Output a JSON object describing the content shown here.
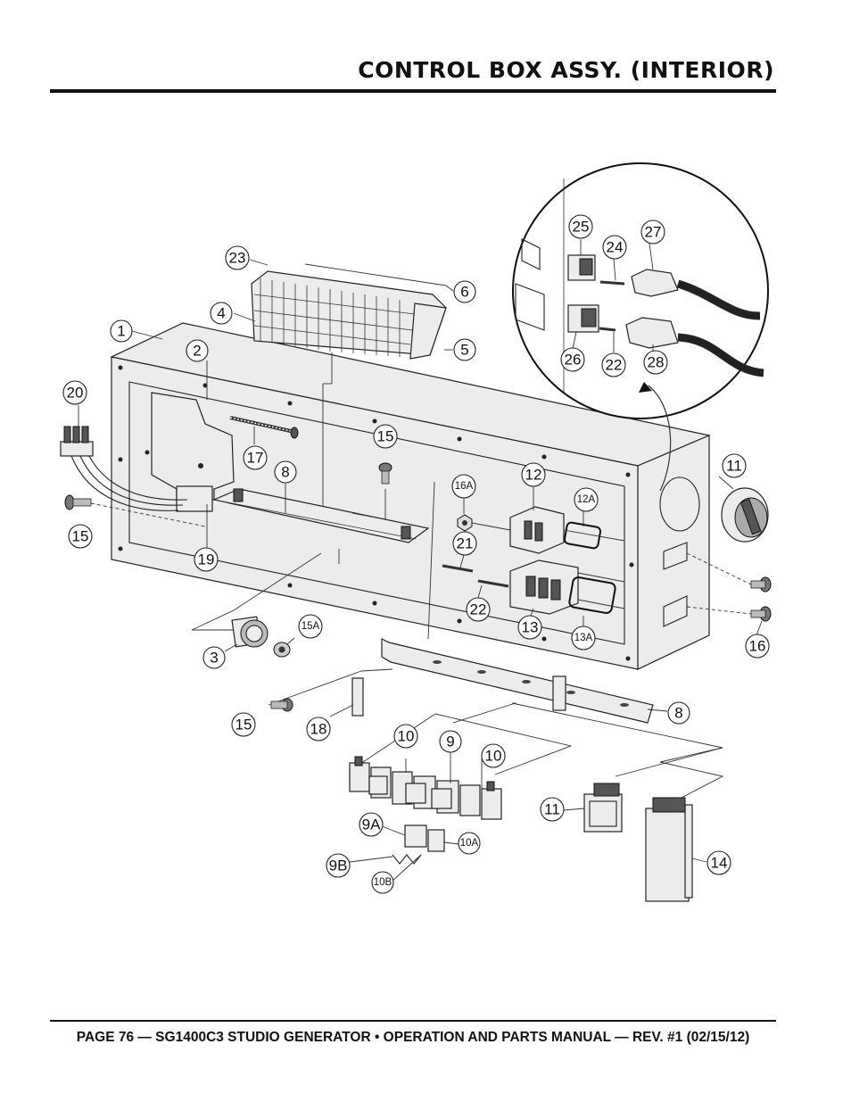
{
  "header": {
    "title": "CONTROL BOX ASSY. (INTERIOR)"
  },
  "footer": {
    "text": "PAGE 76 — SG1400C3 STUDIO GENERATOR • OPERATION AND PARTS MANUAL — REV. #1 (02/15/12)"
  },
  "callouts": [
    {
      "id": "c1",
      "label": "1"
    },
    {
      "id": "c2",
      "label": "2"
    },
    {
      "id": "c3",
      "label": "3"
    },
    {
      "id": "c4",
      "label": "4"
    },
    {
      "id": "c5",
      "label": "5"
    },
    {
      "id": "c6",
      "label": "6"
    },
    {
      "id": "c8a",
      "label": "8"
    },
    {
      "id": "c8b",
      "label": "8"
    },
    {
      "id": "c9",
      "label": "9"
    },
    {
      "id": "c9a",
      "label": "9A"
    },
    {
      "id": "c9b",
      "label": "9B"
    },
    {
      "id": "c10a",
      "label": "10"
    },
    {
      "id": "c10b",
      "label": "10"
    },
    {
      "id": "c10sa",
      "label": "10A"
    },
    {
      "id": "c10sb",
      "label": "10B"
    },
    {
      "id": "c11a",
      "label": "11"
    },
    {
      "id": "c11b",
      "label": "11"
    },
    {
      "id": "c12",
      "label": "12"
    },
    {
      "id": "c12a",
      "label": "12A"
    },
    {
      "id": "c13",
      "label": "13"
    },
    {
      "id": "c13a",
      "label": "13A"
    },
    {
      "id": "c14",
      "label": "14"
    },
    {
      "id": "c15a",
      "label": "15"
    },
    {
      "id": "c15b",
      "label": "15"
    },
    {
      "id": "c15c",
      "label": "15"
    },
    {
      "id": "c15s",
      "label": "15A"
    },
    {
      "id": "c16",
      "label": "16"
    },
    {
      "id": "c16a",
      "label": "16A"
    },
    {
      "id": "c17",
      "label": "17"
    },
    {
      "id": "c18",
      "label": "18"
    },
    {
      "id": "c19",
      "label": "19"
    },
    {
      "id": "c20",
      "label": "20"
    },
    {
      "id": "c21",
      "label": "21"
    },
    {
      "id": "c22a",
      "label": "22"
    },
    {
      "id": "c22b",
      "label": "22"
    },
    {
      "id": "c23",
      "label": "23"
    },
    {
      "id": "c24",
      "label": "24"
    },
    {
      "id": "c25",
      "label": "25"
    },
    {
      "id": "c26",
      "label": "26"
    },
    {
      "id": "c27",
      "label": "27"
    },
    {
      "id": "c28",
      "label": "28"
    }
  ]
}
